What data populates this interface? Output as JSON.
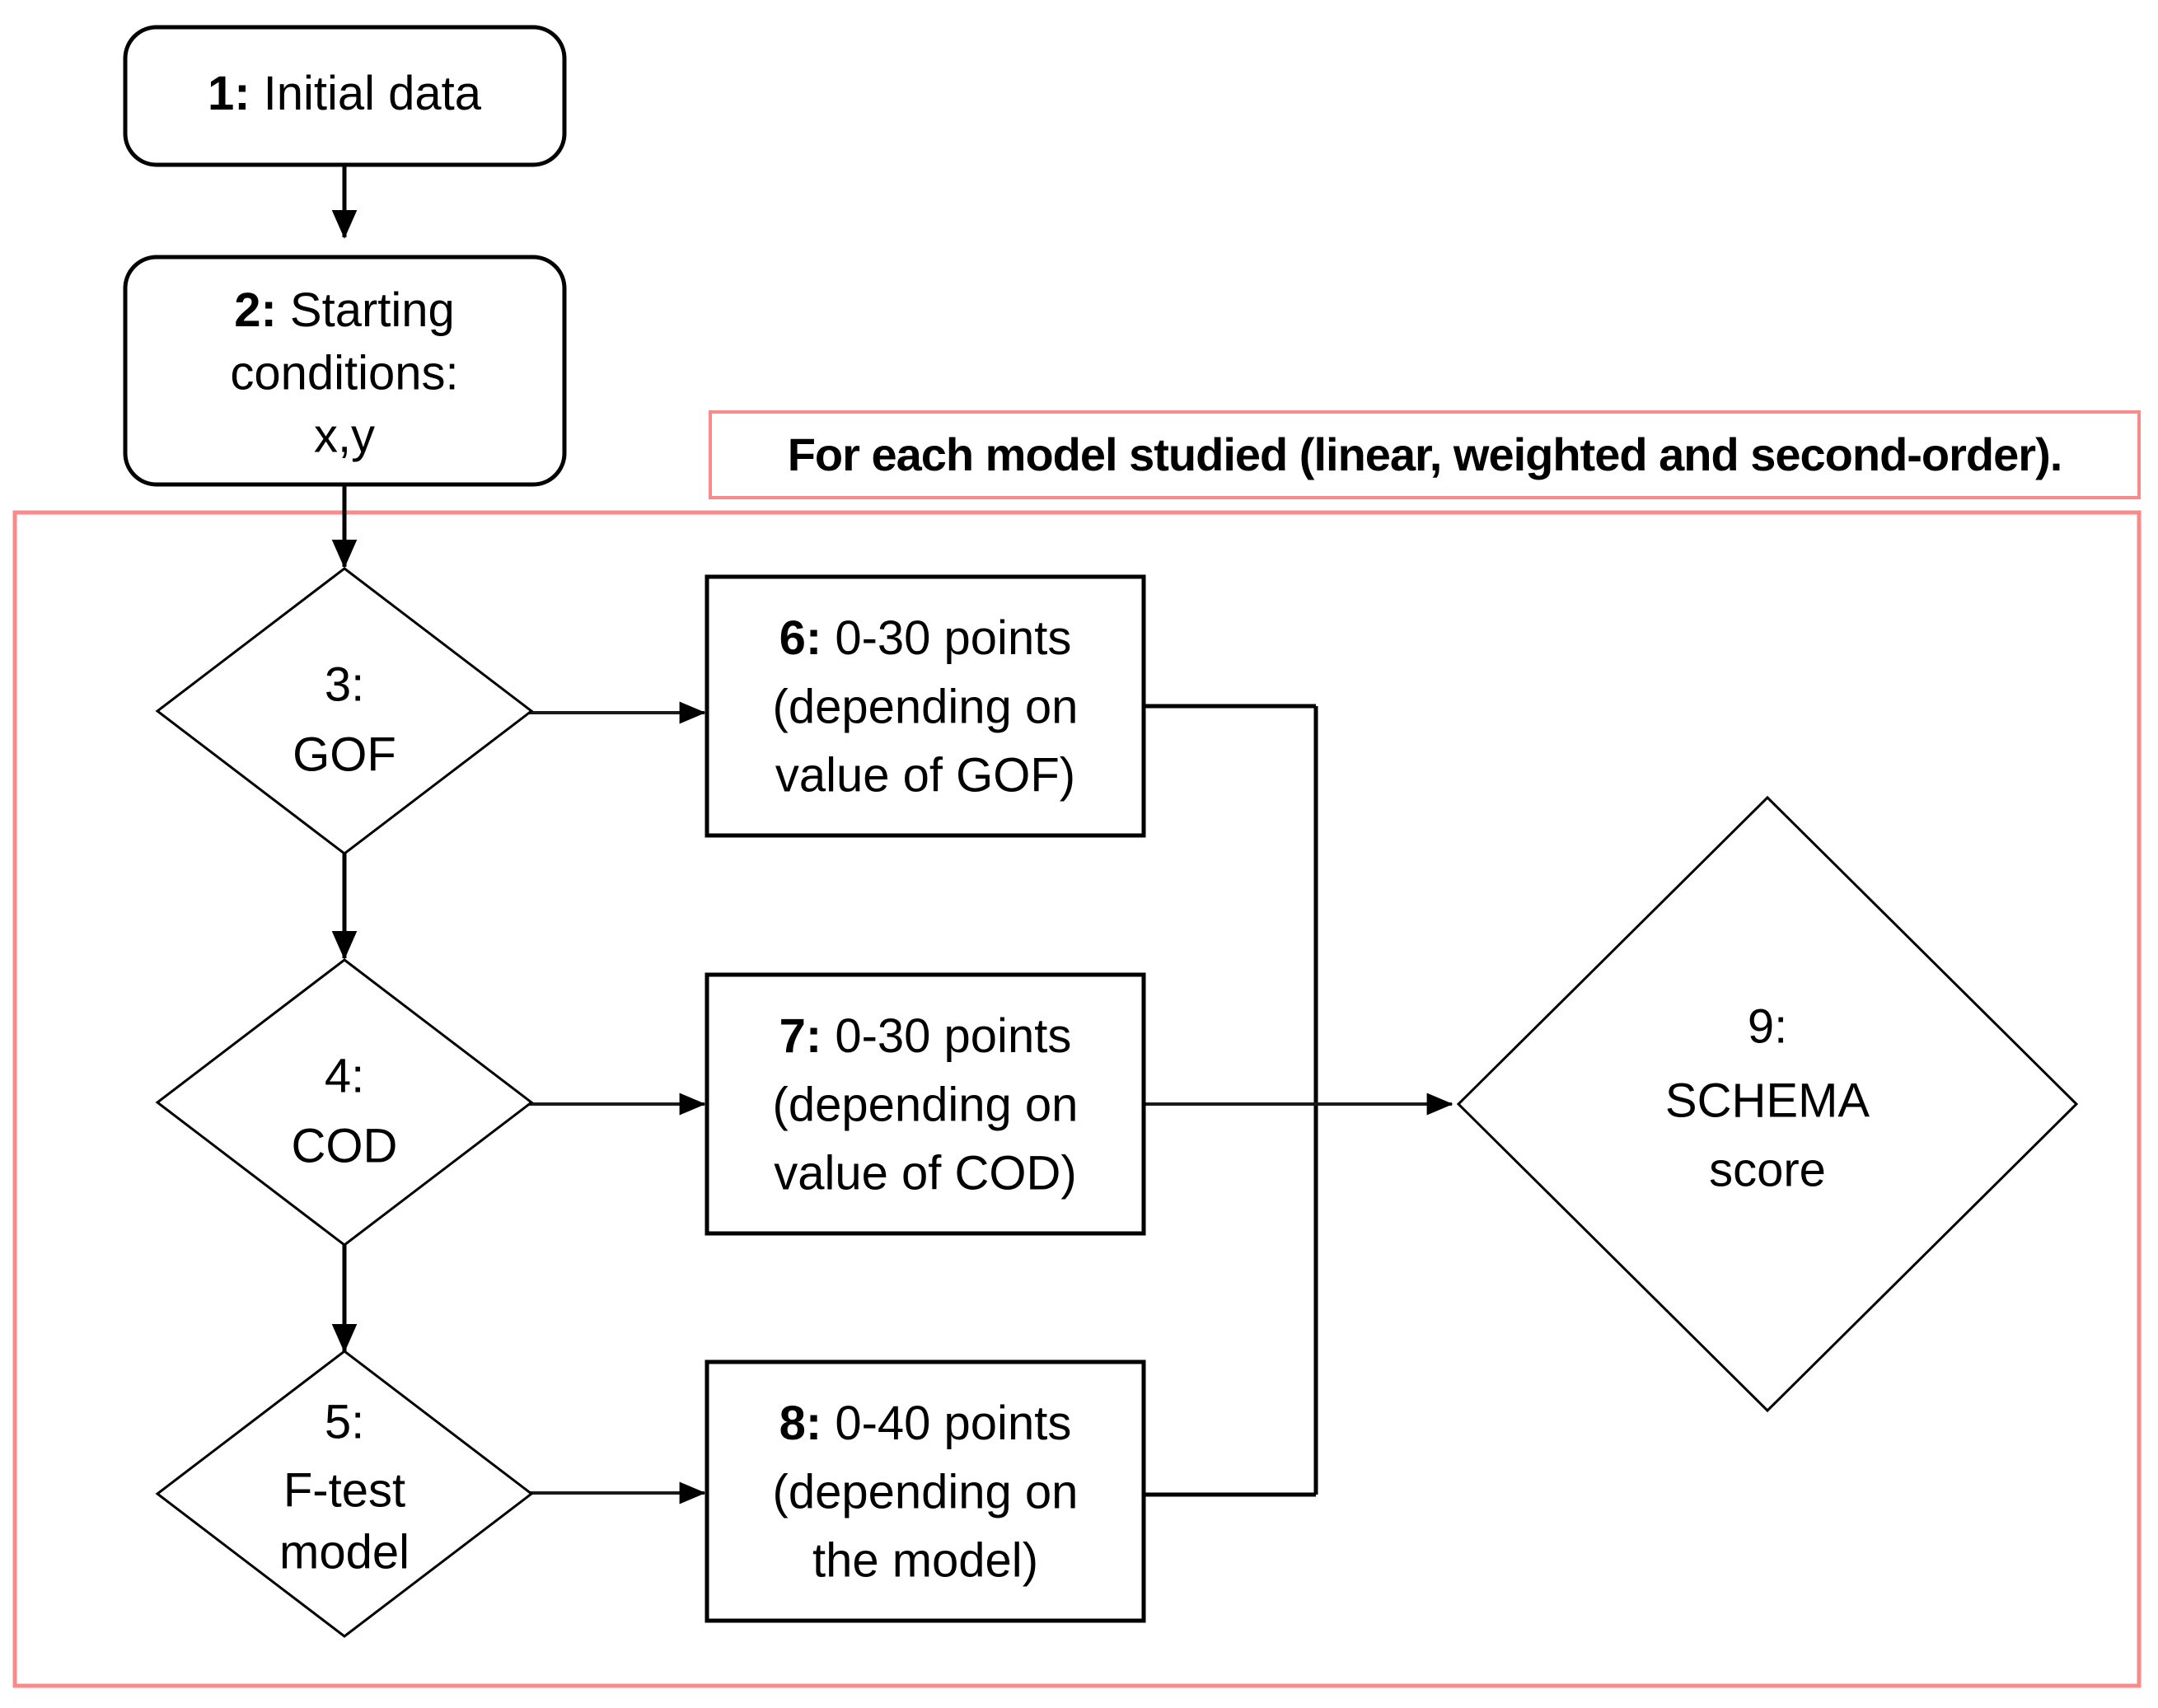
{
  "diagram": {
    "title": "SCHEMA score flowchart",
    "colors": {
      "group_frame": "#f98a8a",
      "shape_stroke": "#000000",
      "background": "#ffffff"
    },
    "banner": {
      "text": "For each model studied (linear, weighted and second-order)."
    },
    "nodes": [
      {
        "id": "node-1",
        "shape": "rounded-rect",
        "number": "1:",
        "lines": [
          "Initial data"
        ]
      },
      {
        "id": "node-2",
        "shape": "rounded-rect",
        "number": "2:",
        "lines": [
          "Starting",
          "conditions:",
          "x,y"
        ]
      },
      {
        "id": "node-3",
        "shape": "diamond",
        "number": "3:",
        "lines": [
          "GOF"
        ]
      },
      {
        "id": "node-4",
        "shape": "diamond",
        "number": "4:",
        "lines": [
          "COD"
        ]
      },
      {
        "id": "node-5",
        "shape": "diamond",
        "number": "5:",
        "lines": [
          "F-test",
          "model"
        ]
      },
      {
        "id": "node-6",
        "shape": "rect",
        "number": "6:",
        "lines": [
          "0-30 points",
          "(depending  on",
          "value of GOF)"
        ]
      },
      {
        "id": "node-7",
        "shape": "rect",
        "number": "7:",
        "lines": [
          "0-30 points",
          "(depending  on",
          "value of COD)"
        ]
      },
      {
        "id": "node-8",
        "shape": "rect",
        "number": "8:",
        "lines": [
          "0-40 points",
          "(depending  on",
          "the model)"
        ]
      },
      {
        "id": "node-9",
        "shape": "diamond",
        "number": "9:",
        "lines": [
          "SCHEMA",
          "score"
        ]
      }
    ]
  },
  "labels": {
    "n1_num": "1:",
    "n1_l1": " Initial data",
    "n2_num": "2:",
    "n2_l1": " Starting",
    "n2_l2": "conditions:",
    "n2_l3": "x,y",
    "n3_num": "3:",
    "n3_l1": "GOF",
    "n4_num": "4:",
    "n4_l1": "COD",
    "n5_num": "5:",
    "n5_l1": "F-test",
    "n5_l2": "model",
    "n6_num": "6:",
    "n6_l1": " 0-30 points",
    "n6_l2": "(depending  on",
    "n6_l3": "value of GOF)",
    "n7_num": "7:",
    "n7_l1": " 0-30 points",
    "n7_l2": "(depending  on",
    "n7_l3": "value of COD)",
    "n8_num": "8:",
    "n8_l1": " 0-40 points",
    "n8_l2": "(depending  on",
    "n8_l3": "the model)",
    "n9_num": "9:",
    "n9_l1": "SCHEMA",
    "n9_l2": "score",
    "banner": "For each model studied (linear, weighted and second-order)."
  }
}
